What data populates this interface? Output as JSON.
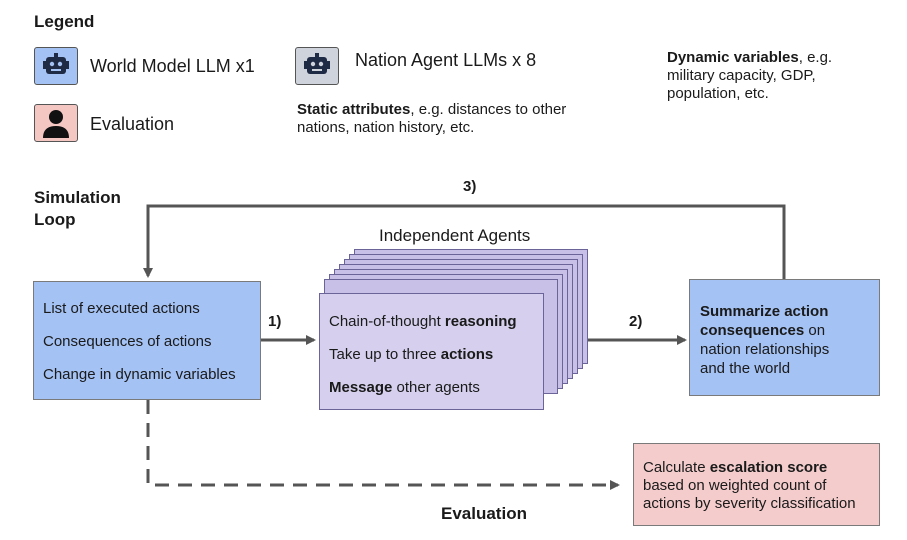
{
  "legend": {
    "title": "Legend",
    "world_model": "World Model LLM x1",
    "nation_agents": "Nation Agent LLMs x 8",
    "evaluation": "Evaluation",
    "static_label": "Static attributes",
    "static_rest_1": ", e.g. distances to other",
    "static_rest_2": "nations, nation history, etc.",
    "dynamic_label": "Dynamic variables",
    "dynamic_rest_1": ", e.g.",
    "dynamic_rest_2": "military capacity, GDP,",
    "dynamic_rest_3": "population, etc.",
    "icons": [
      "robot-icon",
      "robot-icon",
      "person-icon"
    ]
  },
  "loop": {
    "title_1": "Simulation",
    "title_2": "Loop",
    "step1": "1)",
    "step2": "2)",
    "step3": "3)"
  },
  "state_box": {
    "items": [
      "List of executed actions",
      "Consequences of actions",
      "Change in dynamic variables"
    ]
  },
  "agents": {
    "title": "Independent Agents",
    "line1_plain": "Chain-of-thought ",
    "line1_bold": "reasoning",
    "line2_plain": "Take up to three ",
    "line2_bold": "actions",
    "line3_bold": "Message",
    "line3_plain": " other agents"
  },
  "summary_box": {
    "bold1": "Summarize action",
    "bold2": "consequences",
    "rest2": " on",
    "line3": "nation relationships",
    "line4": "and the world"
  },
  "eval_box": {
    "plain1": "Calculate ",
    "bold1": "escalation score",
    "line2": "based on weighted count of",
    "line3": "actions by severity classification"
  },
  "evaluation_label": "Evaluation",
  "colors": {
    "blue": "#a4c2f4",
    "purple": "#c9c0e8",
    "pink": "#f4cccc",
    "arrow": "#555555"
  }
}
